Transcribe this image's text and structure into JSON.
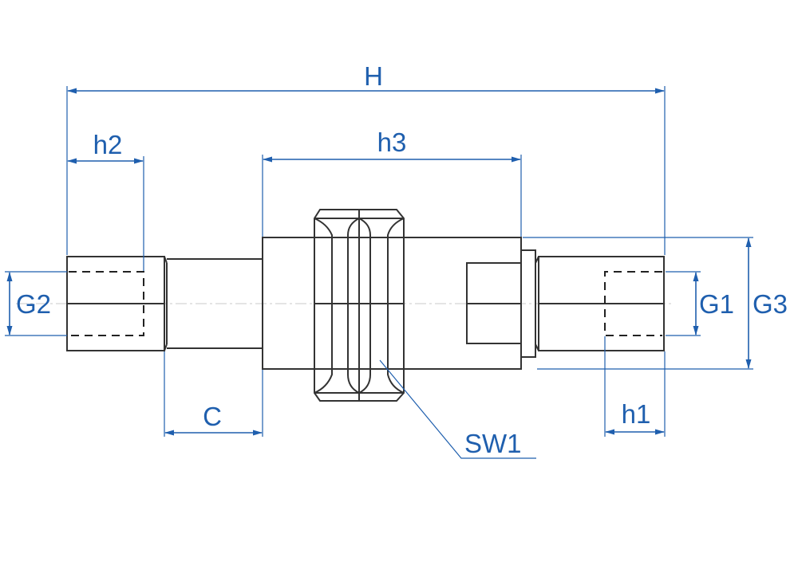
{
  "drawing": {
    "colors": {
      "dimension": "#1f5fae",
      "outline": "#333333",
      "center_line": "#c8c8c8",
      "background": "#ffffff"
    },
    "labels": {
      "H": "H",
      "h1": "h1",
      "h2": "h2",
      "h3": "h3",
      "C": "C",
      "G1": "G1",
      "G2": "G2",
      "G3": "G3",
      "SW1": "SW1"
    }
  }
}
